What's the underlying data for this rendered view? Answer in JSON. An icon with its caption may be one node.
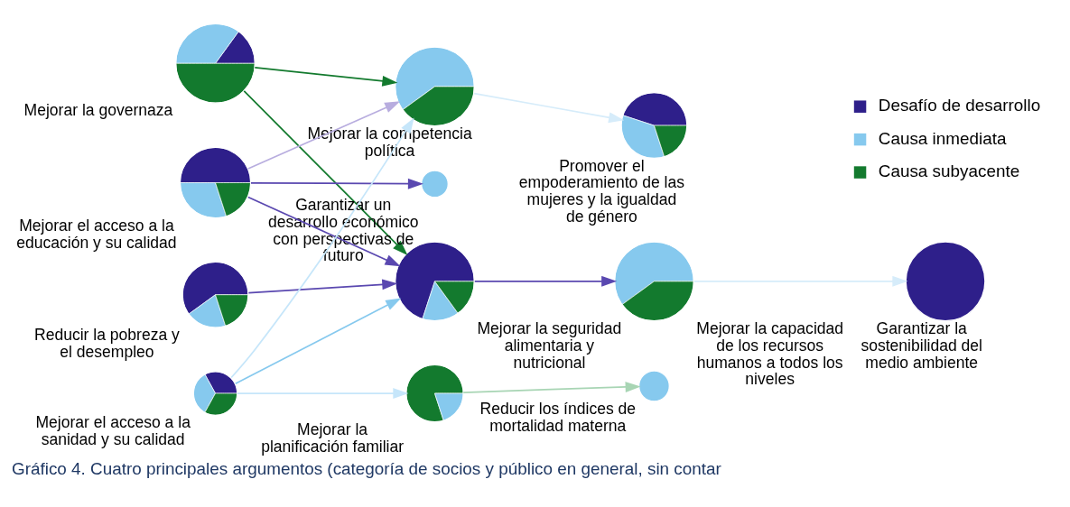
{
  "diagram": {
    "caption": "Gráfico 4. Cuatro principales argumentos (categoría de socios y público en general, sin contar",
    "nodes": [
      {
        "text": [
          "Mejorar la governaza"
        ]
      },
      {
        "text": [
          "Mejorar la competencia política"
        ]
      },
      {
        "text": [
          "Promover el empoderamiento de las mujeres y la igualdad de género"
        ]
      },
      {
        "text": [
          "Mejorar el acceso a la educación y su calidad"
        ]
      },
      {
        "text": [
          "Garantizar un desarrollo económico con perspectivas de futuro"
        ]
      },
      {
        "text": [
          "Reducir la pobreza y el desempleo"
        ]
      },
      {
        "text": [
          "Mejorar la seguridad alimentaria y nutricional"
        ]
      },
      {
        "text": [
          "Mejorar la capacidad de los recursos humanos a todos los niveles"
        ]
      },
      {
        "text": [
          "Garantizar la sostenibilidad del medio ambiente"
        ]
      },
      {
        "text": [
          "Mejorar el acceso a la sanidad y su calidad"
        ]
      },
      {
        "text": [
          "Mejorar la planificación familiar"
        ]
      },
      {
        "text": [
          "Reducir los índices de mortalidad materna"
        ]
      }
    ],
    "edges": [
      {
        "from": 0,
        "to": 1,
        "arrow": "to",
        "color": "#137a2e"
      },
      {
        "from": 0,
        "to": 6,
        "arrow": "to",
        "color": "#137a2e"
      },
      {
        "from": 1,
        "to": 2,
        "arrow": "to",
        "color": "#d6ecfa"
      },
      {
        "from": 3,
        "to": 1,
        "arrow": "to",
        "color": "#b8addf"
      },
      {
        "from": 3,
        "to": 4,
        "arrow": "to",
        "color": "#5a48b0"
      },
      {
        "from": 3,
        "to": 6,
        "arrow": "to",
        "color": "#5a48b0"
      },
      {
        "from": 5,
        "to": 6,
        "arrow": "to",
        "color": "#5a48b0"
      },
      {
        "from": 9,
        "to": 1,
        "arrow": "to",
        "color": "#c6e6fa"
      },
      {
        "from": 9,
        "to": 6,
        "arrow": "to",
        "color": "#86c9ee"
      },
      {
        "from": 9,
        "to": 10,
        "arrow": "to",
        "color": "#c6e6fa"
      },
      {
        "from": 6,
        "to": 7,
        "arrow": "to",
        "color": "#5a48b0"
      },
      {
        "from": 7,
        "to": 8,
        "arrow": "to",
        "color": "#d6ecfa"
      },
      {
        "from": 10,
        "to": 11,
        "arrow": "to",
        "color": "#a8d5b4"
      }
    ],
    "legend": [
      {
        "text": "Desafío de desarrollo",
        "color": "#2e1f8a"
      },
      {
        "text": "Causa inmediata",
        "color": "#86c9ee"
      },
      {
        "text": "Causa subyacente",
        "color": "#137a2e"
      }
    ]
  }
}
